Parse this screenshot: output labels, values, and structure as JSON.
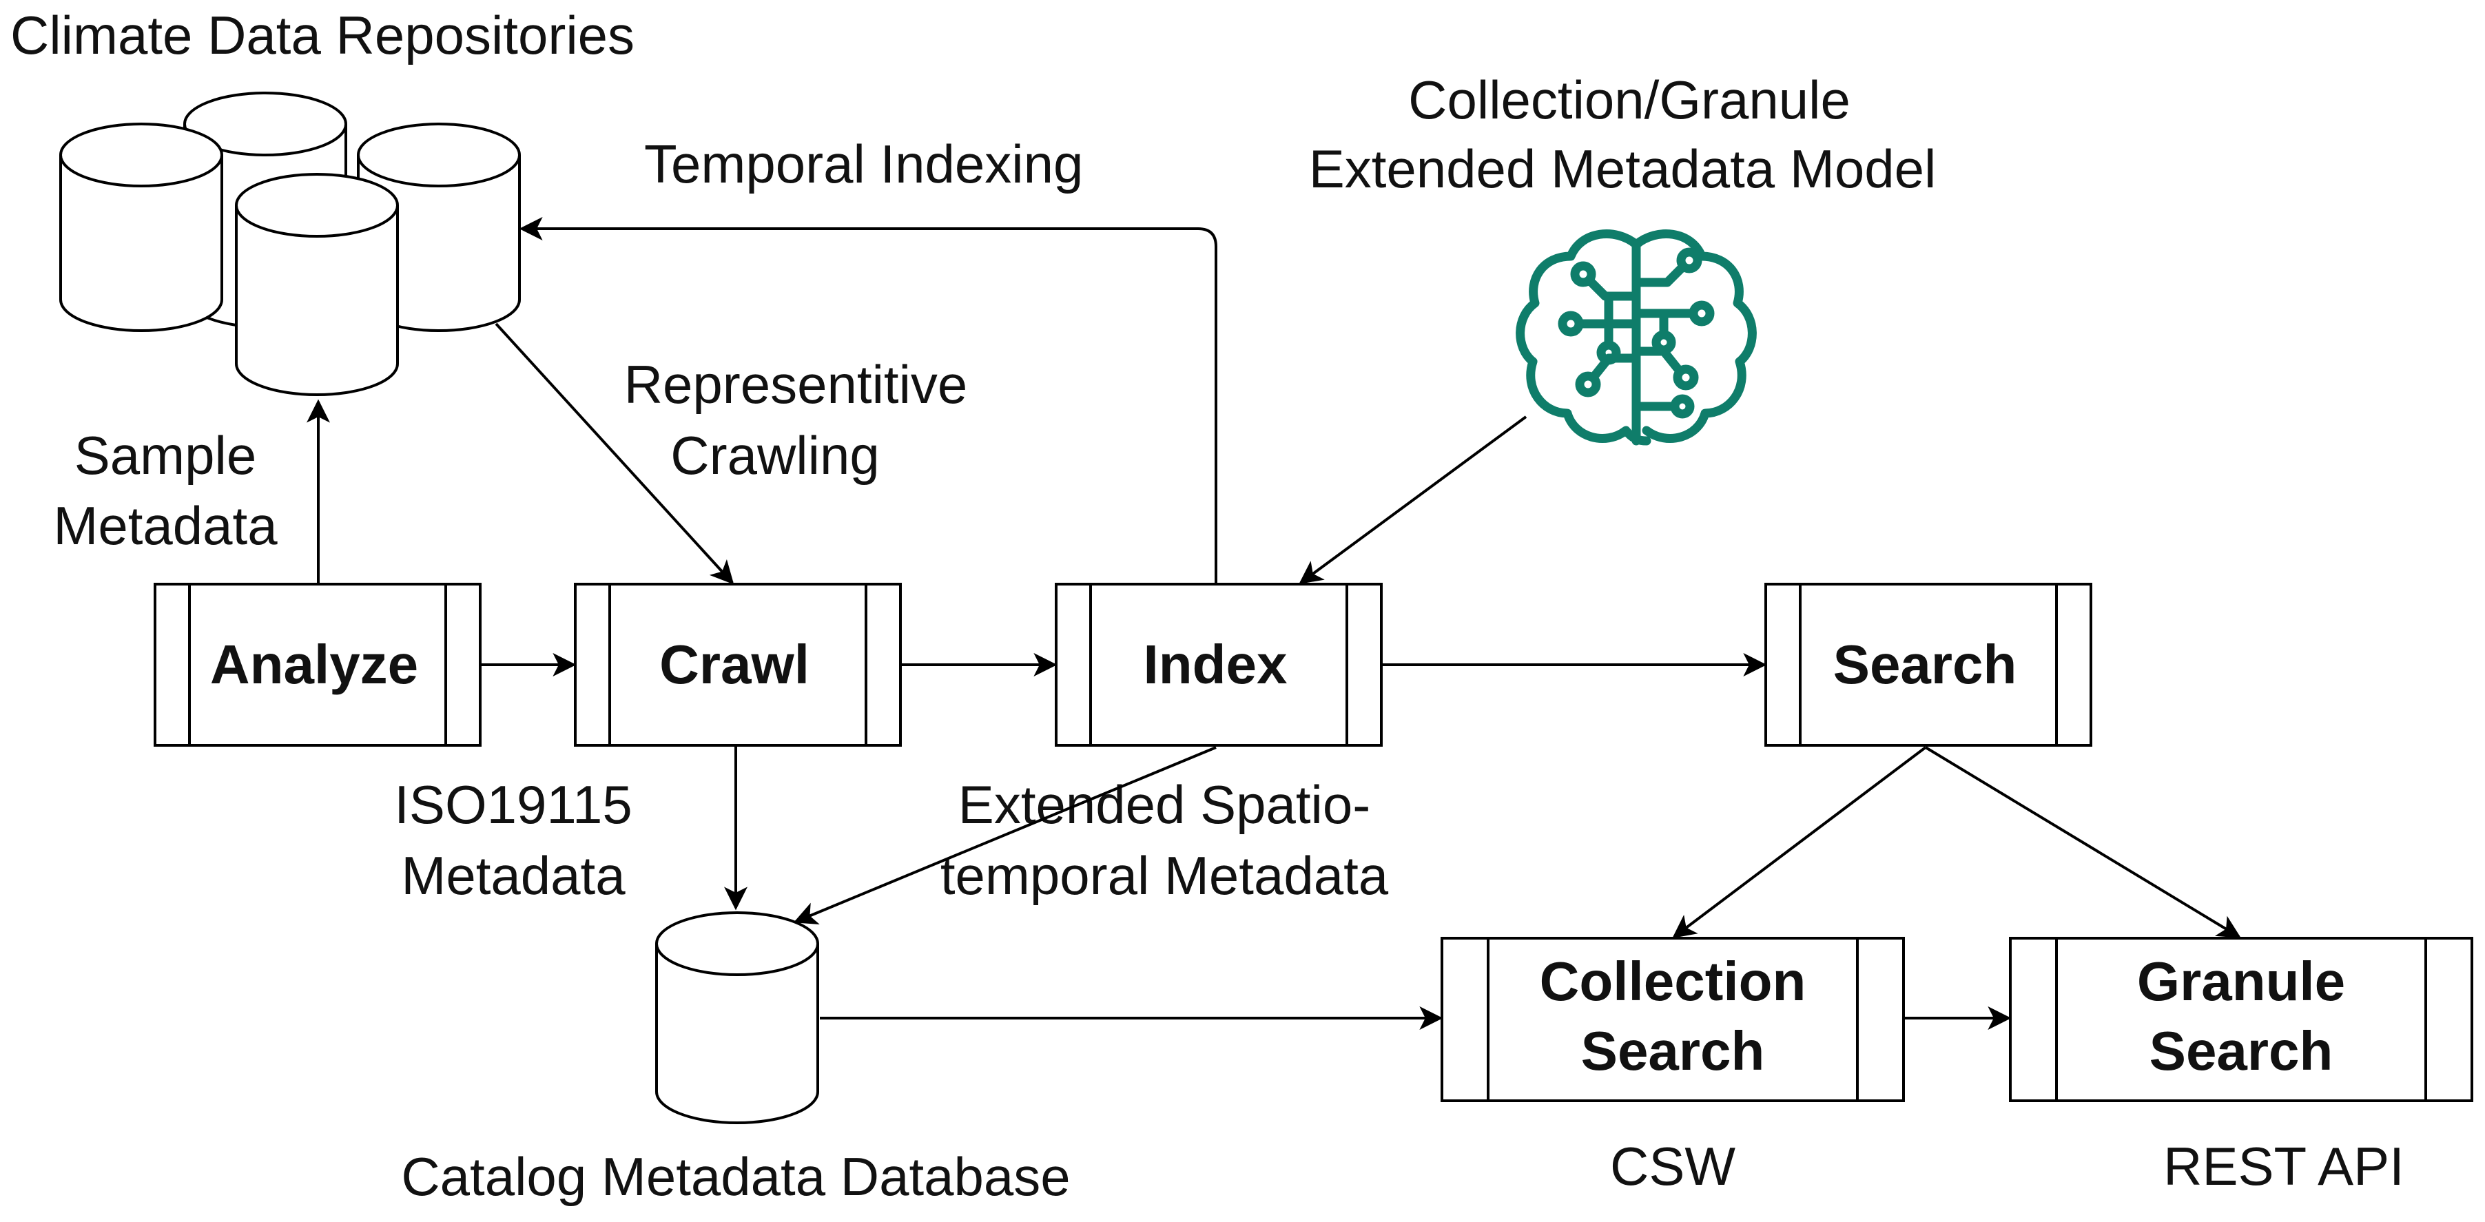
{
  "labels": {
    "climate_repos": "Climate Data Repositories",
    "temporal_indexing": "Temporal Indexing",
    "model_line1": "Collection/Granule",
    "model_line2": "Extended Metadata Model",
    "representative_line1": "Representitive",
    "representative_line2": "Crawling",
    "sample_line1": "Sample",
    "sample_line2": "Metadata",
    "iso_line1": "ISO19115",
    "iso_line2": "Metadata",
    "extended_line1": "Extended Spatio-",
    "extended_line2": "temporal Metadata",
    "catalog_db": "Catalog Metadata Database",
    "csw": "CSW",
    "rest_api": "REST API"
  },
  "processes": {
    "analyze": "Analyze",
    "crawl": "Crawl",
    "index": "Index",
    "search": "Search",
    "collection_line1": "Collection",
    "collection_line2": "Search",
    "granule_line1": "Granule",
    "granule_line2": "Search"
  },
  "icons": {
    "brain": "brain-circuit-icon",
    "repositories": "database-cluster-icon",
    "catalog": "database-icon"
  },
  "colors": {
    "brain": "#0f7d6a",
    "stroke": "#000000"
  }
}
